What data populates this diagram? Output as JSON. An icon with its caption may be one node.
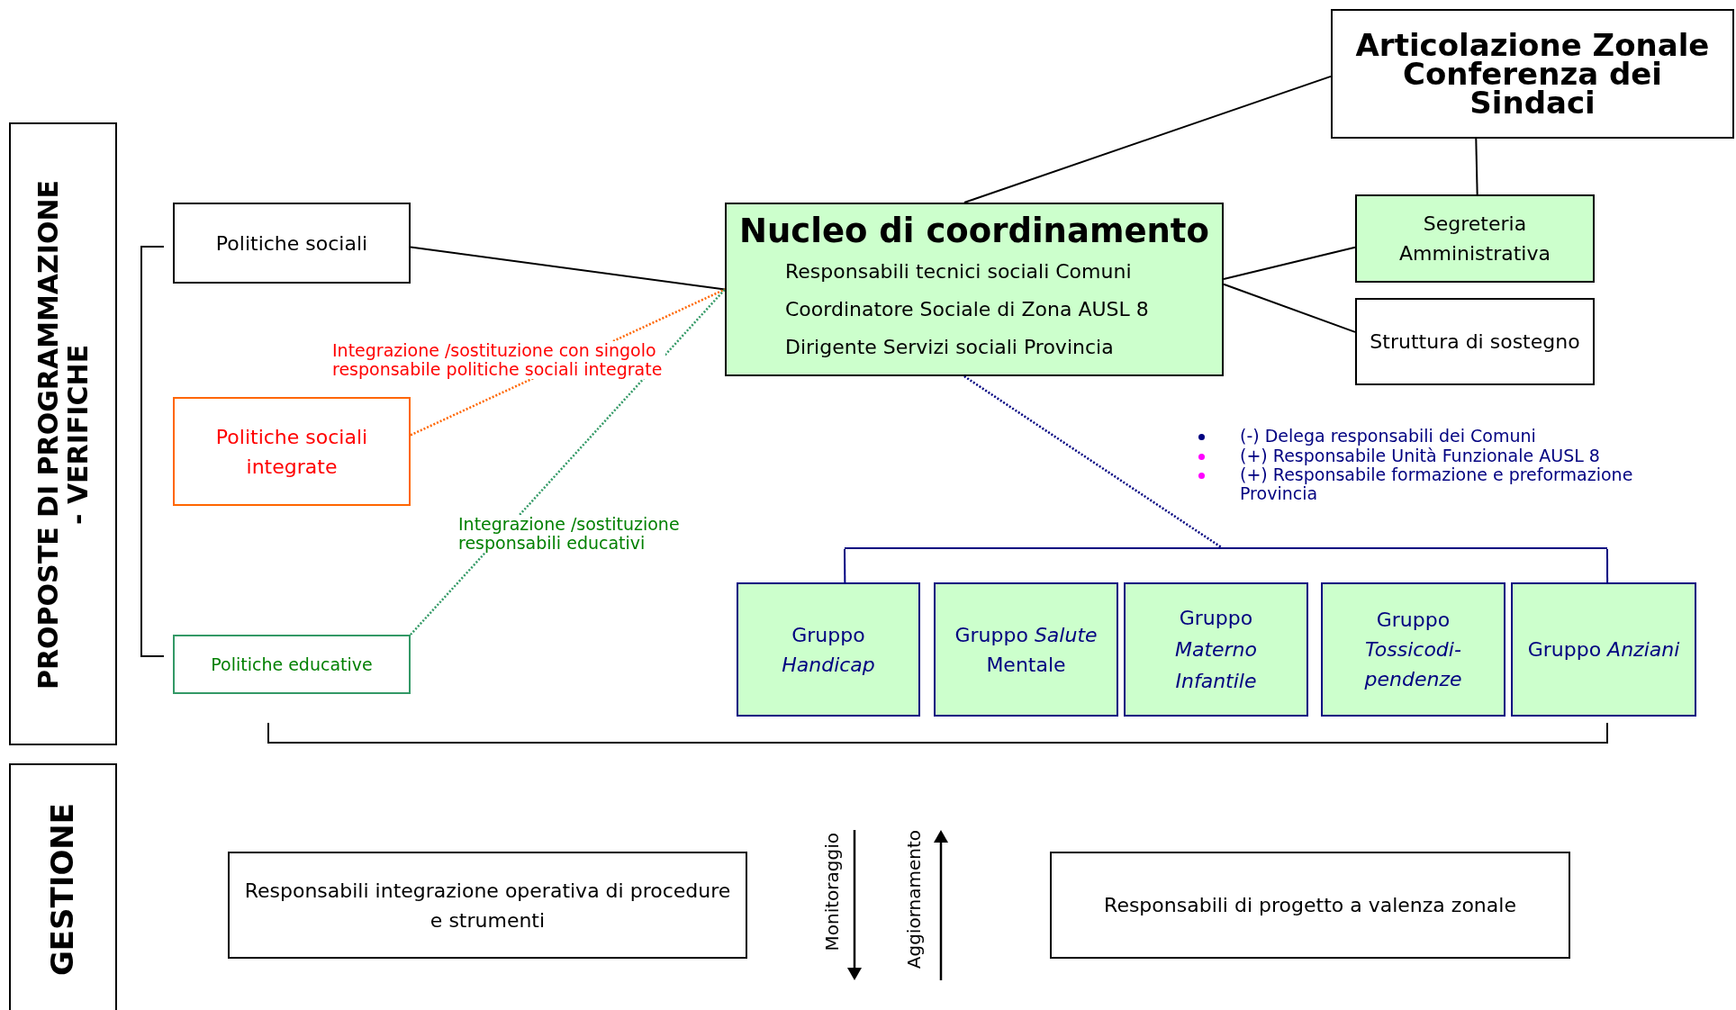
{
  "diagram": {
    "nodes": [
      {
        "text": [
          "PROPOSTE DI PROGRAMMAZIONE - VERIFICHE"
        ]
      },
      {
        "text": [
          "Articolazione Zonale Conferenza dei Sindaci"
        ]
      },
      {
        "text": [
          "Politiche sociali"
        ]
      },
      {
        "text": [
          "Nucleo di coordinamento",
          "Responsabili tecnici sociali Comuni",
          "Coordinatore Sociale di Zona AUSL 8",
          "Dirigente Servizi sociali Provincia"
        ]
      },
      {
        "text": [
          "Segreteria Amministrativa"
        ]
      },
      {
        "text": [
          "Struttura di sostegno"
        ]
      },
      {
        "text": [
          "Politiche sociali integrate"
        ]
      },
      {
        "text": [
          "Politiche educative"
        ]
      },
      {
        "text": [
          "Gruppo *Handicap*"
        ]
      },
      {
        "text": [
          "Gruppo *Salute* Mentale"
        ]
      },
      {
        "text": [
          "Gruppo *Materno Infantile*"
        ]
      },
      {
        "text": [
          "Gruppo *Tossicodi-pendenze*"
        ]
      },
      {
        "text": [
          "Gruppo *Anziani*"
        ]
      },
      {
        "text": [
          "GESTIONE"
        ]
      },
      {
        "text": [
          "Responsabili integrazione operativa di procedure e strumenti"
        ]
      },
      {
        "text": [
          "Responsabili di progetto a valenza zonale"
        ]
      },
      {
        "text": [],
        "shape": "bar"
      }
    ],
    "edges": [
      {
        "from": 3,
        "to": 1,
        "arrow": "none"
      },
      {
        "from": 1,
        "to": 4,
        "arrow": "none"
      },
      {
        "from": 3,
        "to": 4,
        "arrow": "none"
      },
      {
        "from": 3,
        "to": 5,
        "arrow": "none"
      },
      {
        "from": 2,
        "to": 3,
        "arrow": "none"
      },
      {
        "from": 6,
        "to": 3,
        "arrow": "none",
        "label": "Integrazione /sostituzione con singolo responsabile politiche sociali integrate",
        "style": "dashed",
        "color": "#ff6600"
      },
      {
        "from": 7,
        "to": 3,
        "arrow": "none",
        "label": "Integrazione /sostituzione responsabili educativi",
        "style": "dashed",
        "color": "#339966"
      },
      {
        "from": 3,
        "to": 16,
        "arrow": "none",
        "style": "dashed",
        "color": "#000080"
      },
      {
        "from": 16,
        "to": 8,
        "arrow": "none",
        "color": "#000080"
      },
      {
        "from": 16,
        "to": 12,
        "arrow": "none",
        "color": "#000080"
      }
    ],
    "labels": [
      "(-) Delega responsabili dei Comuni",
      "(+) Responsabile Unità Funzionale AUSL 8",
      "(+) Responsabile formazione e preformazione Provincia",
      "Monitoraggio",
      "Aggiornamento"
    ]
  }
}
